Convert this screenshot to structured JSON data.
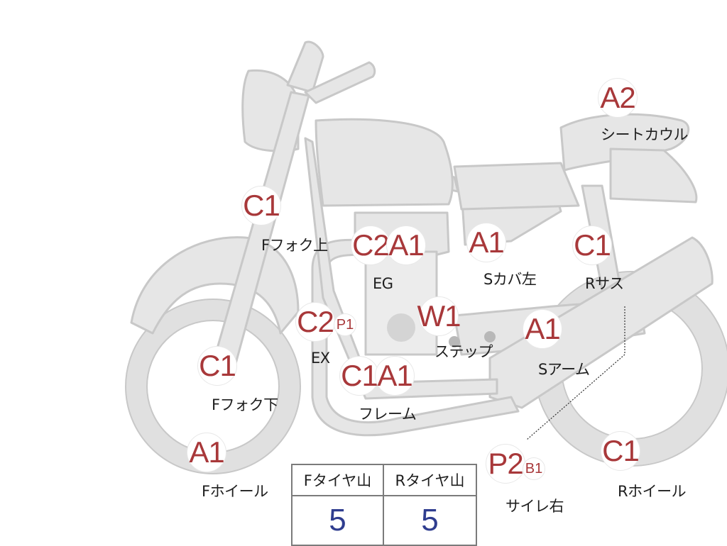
{
  "colors": {
    "part_fill": "#e6e6e6",
    "part_stroke": "#c8c8c8",
    "grade_text": "#a8383a",
    "tread_value_text": "#2f3d8f",
    "table_border": "#7b7b7b"
  },
  "grades": {
    "seat_cowl": "A2",
    "front_fork_upper": "C1",
    "engine_c": "C2",
    "engine_a": "A1",
    "side_cover_left": "A1",
    "rear_suspension": "C1",
    "exhaust_c": "C2",
    "exhaust_p": "P1",
    "step": "W1",
    "swing_arm": "A1",
    "front_fork_lower": "C1",
    "frame_c": "C1",
    "frame_a": "A1",
    "front_wheel": "A1",
    "silencer_right_p": "P2",
    "silencer_right_b": "B1",
    "rear_wheel": "C1"
  },
  "labels": {
    "seat_cowl": "シートカウル",
    "front_fork_upper": "Fフォク上",
    "engine": "EG",
    "side_cover_left": "Sカバ左",
    "rear_suspension": "Rサス",
    "exhaust": "EX",
    "step": "ステップ",
    "swing_arm": "Sアーム",
    "front_fork_lower": "Fフォク下",
    "frame": "フレーム",
    "front_wheel": "Fホイール",
    "silencer_right": "サイレ右",
    "rear_wheel": "Rホイール"
  },
  "tire_table": {
    "headers": [
      "Fタイヤ山",
      "Rタイヤ山"
    ],
    "values": [
      "5",
      "5"
    ]
  }
}
